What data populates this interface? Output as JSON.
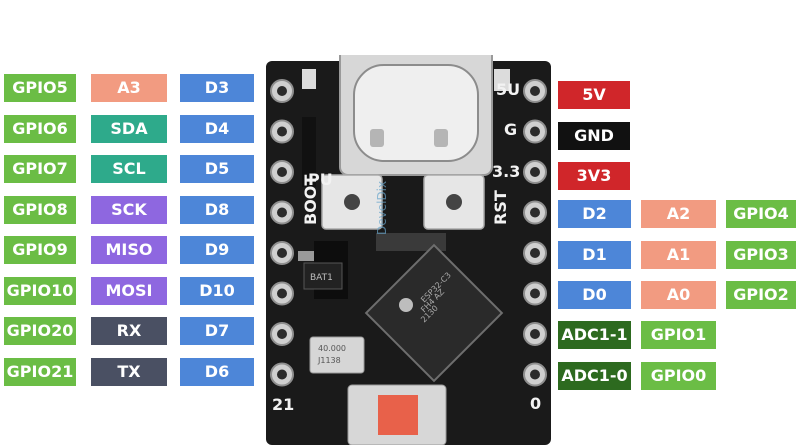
{
  "colors": {
    "gpio": "#6bbd45",
    "analog": "#f29b81",
    "i2c": "#2eaa8b",
    "spi": "#8e67e0",
    "uart": "#4a5063",
    "digital": "#4d86d8",
    "power": "#d0262a",
    "ground": "#111111",
    "adc": "#2d6a1f",
    "board": "#1a1a1a",
    "pin": "#cfcfcf",
    "connector": "#d7d7d7",
    "button": "#e6e6e6",
    "chip": "#2a2a2a",
    "switch": "#e8614a"
  },
  "left_pins": [
    {
      "gpio": "GPIO5",
      "func": "A3",
      "func_type": "analog",
      "digital": "D3"
    },
    {
      "gpio": "GPIO6",
      "func": "SDA",
      "func_type": "i2c",
      "digital": "D4"
    },
    {
      "gpio": "GPIO7",
      "func": "SCL",
      "func_type": "i2c",
      "digital": "D5"
    },
    {
      "gpio": "GPIO8",
      "func": "SCK",
      "func_type": "spi",
      "digital": "D8"
    },
    {
      "gpio": "GPIO9",
      "func": "MISO",
      "func_type": "spi",
      "digital": "D9"
    },
    {
      "gpio": "GPIO10",
      "func": "MOSI",
      "func_type": "spi",
      "digital": "D10"
    },
    {
      "gpio": "GPIO20",
      "func": "RX",
      "func_type": "uart",
      "digital": "D7"
    },
    {
      "gpio": "GPIO21",
      "func": "TX",
      "func_type": "uart",
      "digital": "D6"
    }
  ],
  "right_power": [
    {
      "label": "5V",
      "type": "power"
    },
    {
      "label": "GND",
      "type": "ground"
    },
    {
      "label": "3V3",
      "type": "power"
    }
  ],
  "right_analog": [
    {
      "digital": "D2",
      "func": "A2",
      "gpio": "GPIO4"
    },
    {
      "digital": "D1",
      "func": "A1",
      "gpio": "GPIO3"
    },
    {
      "digital": "D0",
      "func": "A0",
      "gpio": "GPIO2"
    }
  ],
  "right_adc": [
    {
      "adc": "ADC1-1",
      "gpio": "GPIO1"
    },
    {
      "adc": "ADC1-0",
      "gpio": "GPIO0"
    }
  ],
  "board": {
    "silk_5v": "5U",
    "silk_g": "G",
    "silk_33": "3.3",
    "silk_rst": "RST",
    "silk_boot": "BOOT",
    "silk_pu": "PU",
    "silk_21": "21",
    "silk_0": "0",
    "silk_bat": "BAT1",
    "chip_text": [
      "ESP32-C3",
      "FH4 AZ",
      "2130"
    ],
    "crystal_text": [
      "40.000",
      "J1138"
    ],
    "watermark": "DevelDix"
  }
}
